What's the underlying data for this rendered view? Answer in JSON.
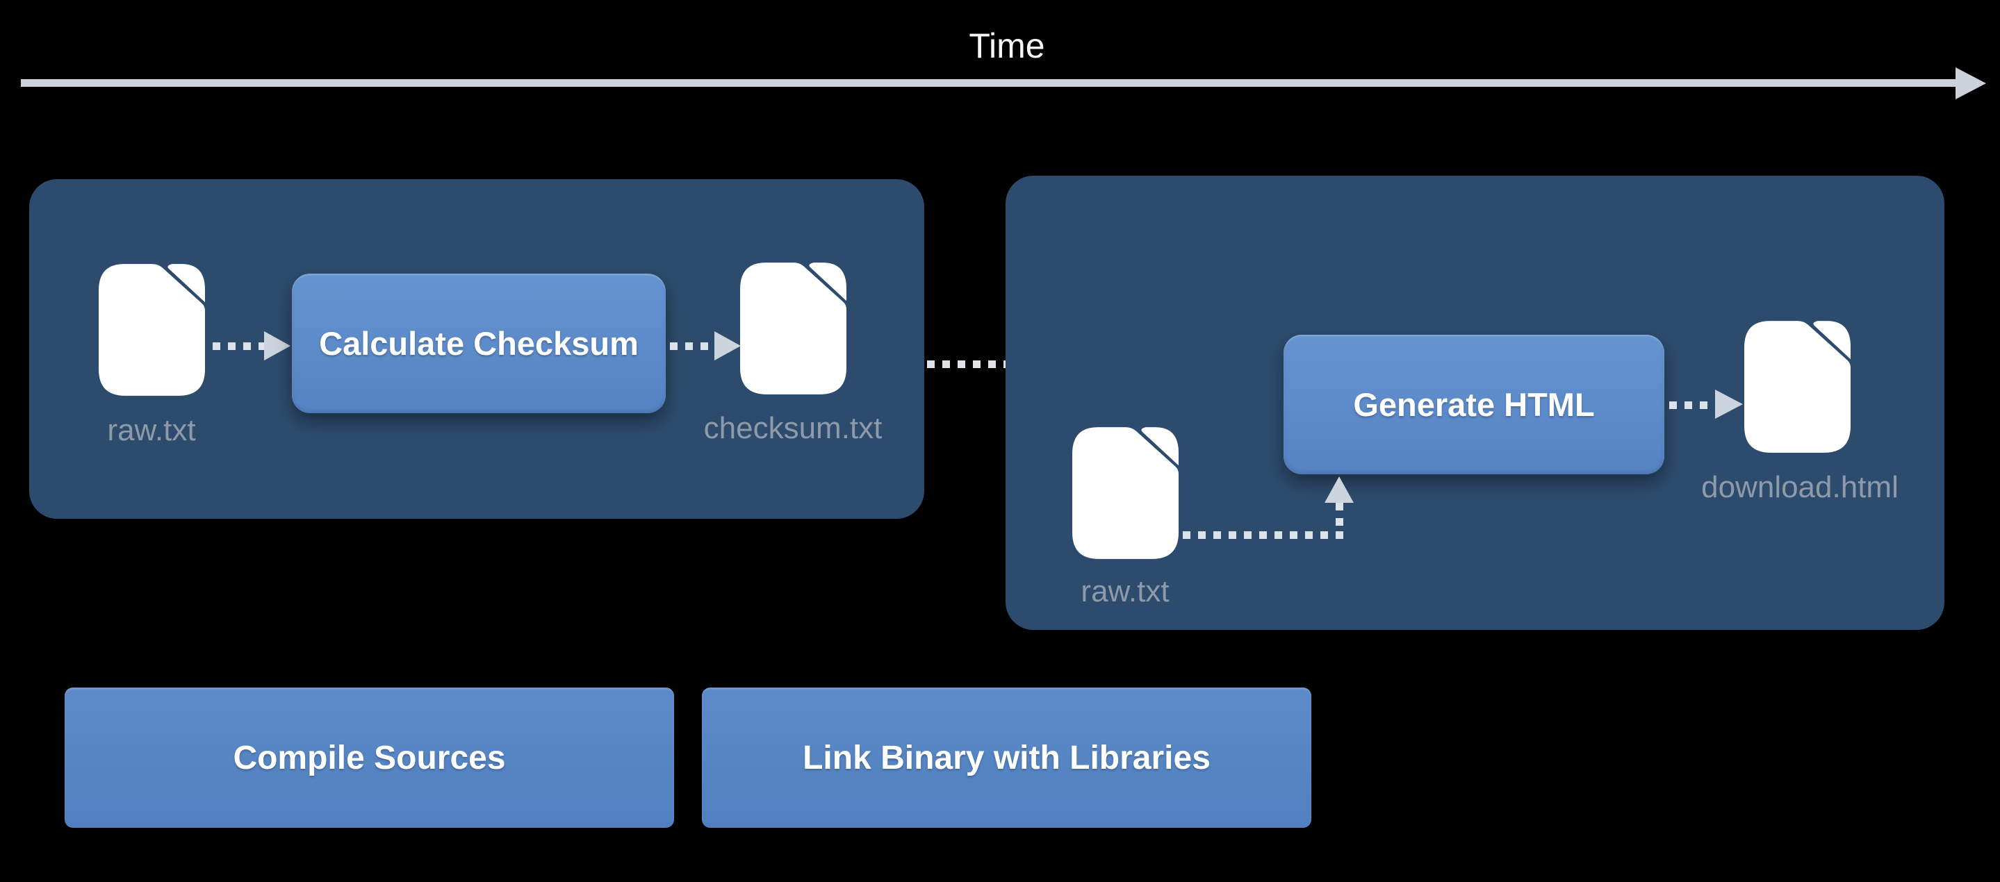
{
  "colors": {
    "background": "#000000",
    "panel": "#2d4b6c",
    "task_button_top": "#6694d1",
    "task_button_bottom": "#5583c3",
    "phase_button_top": "#5d8bc9",
    "phase_button_bottom": "#5080c0",
    "file_icon": "#ffffff",
    "file_label": "#8d9aa9",
    "connector_dots": "#dde3e9",
    "arrow_head": "#ccd5dd",
    "time_line": "#cdd2d8",
    "time_text": "#f5f7f9"
  },
  "timeline": {
    "label": "Time"
  },
  "panels": [
    {
      "id": "task-1",
      "input_label": "raw.txt",
      "task_label": "Calculate Checksum",
      "output_label": "checksum.txt"
    },
    {
      "id": "task-2",
      "input_label": "raw.txt",
      "task_label": "Generate HTML",
      "output_label": "download.html"
    }
  ],
  "phases": [
    {
      "label": "Compile Sources"
    },
    {
      "label": "Link Binary with Libraries"
    }
  ]
}
